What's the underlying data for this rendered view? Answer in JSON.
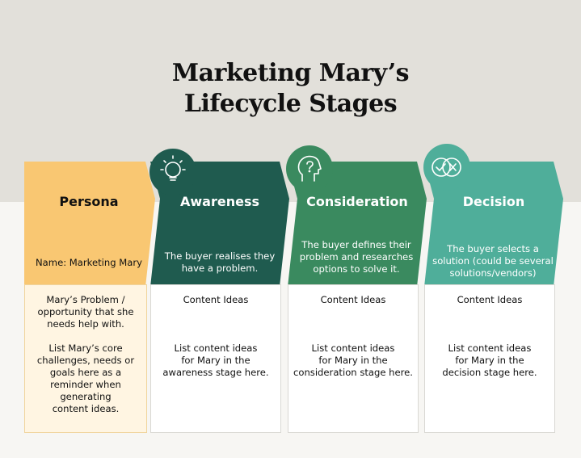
{
  "title": {
    "line1": "Marketing Mary’s",
    "line2": "Lifecycle Stages"
  },
  "colors": {
    "persona": "#f9c772",
    "awareness": "#1f5b4f",
    "consideration": "#3a8a5f",
    "decision": "#4fae9a",
    "awareness_icon": "#1f5b4f",
    "consideration_icon": "#3a8a5f",
    "decision_icon": "#4fae9a"
  },
  "columns": [
    {
      "id": "persona",
      "title": "Persona",
      "description": "Name: Marketing Mary",
      "content_heading": "",
      "content_lines": [
        "Mary’s Problem /",
        "opportunity that she",
        "needs help with.",
        "",
        "List Mary’s core",
        "challenges, needs or",
        "goals here as a",
        "reminder when",
        "generating",
        "content ideas."
      ]
    },
    {
      "id": "awareness",
      "icon": "lightbulb-icon",
      "title": "Awareness",
      "description_lines": [
        "The buyer realises they",
        "have a problem."
      ],
      "content_heading": "Content Ideas",
      "content_lines": [
        "List content ideas",
        "for Mary in the",
        "awareness stage here."
      ]
    },
    {
      "id": "consideration",
      "icon": "question-head-icon",
      "title": "Consideration",
      "description_lines": [
        "The buyer defines their",
        "problem and researches",
        "options to solve it."
      ],
      "content_heading": "Content Ideas",
      "content_lines": [
        "List content ideas",
        "for Mary in the",
        "consideration stage here."
      ]
    },
    {
      "id": "decision",
      "icon": "check-cross-icon",
      "title": "Decision",
      "description_lines": [
        "The buyer selects a",
        "solution (could be several",
        "solutions/vendors)"
      ],
      "content_heading": "Content Ideas",
      "content_lines": [
        "List content ideas",
        "for Mary in the",
        "decision stage here."
      ]
    }
  ]
}
